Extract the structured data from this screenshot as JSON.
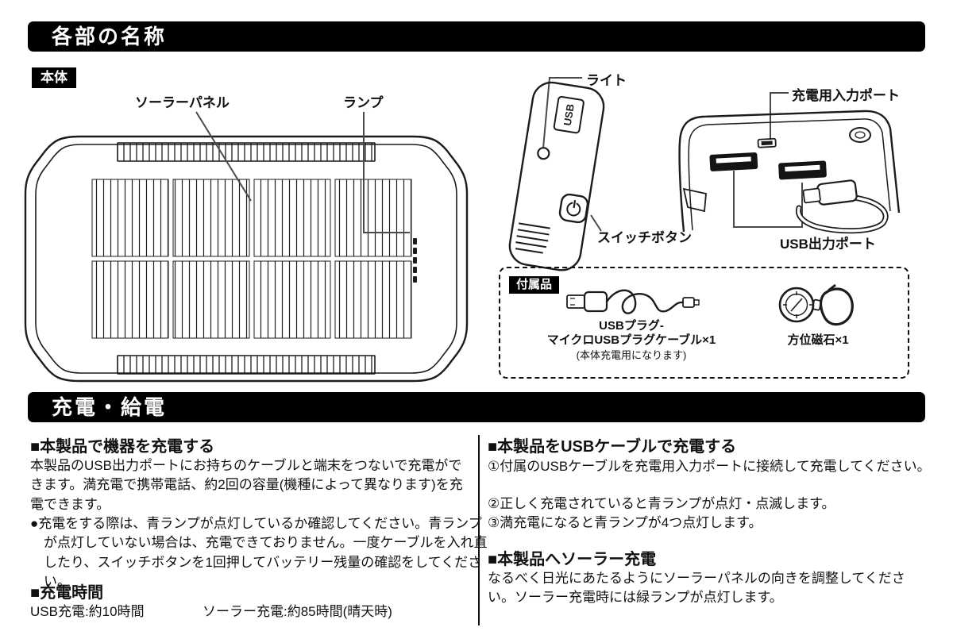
{
  "sections": {
    "parts_title": "各部の名称",
    "charging_title": "充電・給電"
  },
  "diagram": {
    "body_badge": "本体",
    "labels": {
      "solar_panel": "ソーラーパネル",
      "lamp": "ランプ",
      "light": "ライト",
      "charge_input_port": "充電用入力ポート",
      "switch_button": "スイッチボタン",
      "usb_output_port": "USB出力ポート",
      "usb_text": "USB"
    },
    "accessories": {
      "badge": "付属品",
      "cable_line1": "USBプラグ-",
      "cable_line2": "マイクロUSBプラグケーブル×1",
      "cable_note": "(本体充電用になります)",
      "compass": "方位磁石×1"
    }
  },
  "charging": {
    "left": {
      "heading_device": "■本製品で機器を充電する",
      "para_device": "本製品のUSB出力ポートにお持ちのケーブルと端末をつないで充電ができます。満充電で携帯電話、約2回の容量(機種によって異なります)を充電できます。",
      "note_lamp": "●充電をする際は、青ランプが点灯しているか確認してください。青ランプが点灯していない場合は、充電できておりません。一度ケーブルを入れ直したり、スイッチボタンを1回押してバッテリー残量の確認をしてください。",
      "heading_time": "■充電時間",
      "time_usb": "USB充電:約10時間",
      "time_solar": "ソーラー充電:約85時間(晴天時)"
    },
    "right": {
      "heading_usb": "■本製品をUSBケーブルで充電する",
      "step1": "①付属のUSBケーブルを充電用入力ポートに接続して充電してください。",
      "step2": "②正しく充電されていると青ランプが点灯・点滅します。",
      "step3": "③満充電になると青ランプが4つ点灯します。",
      "heading_solar": "■本製品へソーラー充電",
      "para_solar": "なるべく日光にあたるようにソーラーパネルの向きを調整してください。ソーラー充電時には緑ランプが点灯します。"
    }
  }
}
